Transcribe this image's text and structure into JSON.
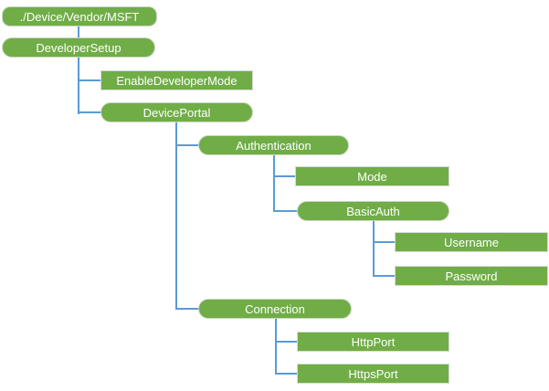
{
  "diagram": {
    "type": "tree",
    "background": "#ffffff",
    "colors": {
      "node_fill": "#70ad47",
      "node_text": "#ffffff",
      "rounded_node_border": "#ccd6c2",
      "rect_node_border": "#d9d9d9",
      "connector": "#5b9bd5"
    },
    "nodes": [
      {
        "id": "root",
        "label": "./Device/Vendor/MSFT",
        "shape": "rounded",
        "parent": null
      },
      {
        "id": "developer-setup",
        "label": "DeveloperSetup",
        "shape": "rounded",
        "parent": "root"
      },
      {
        "id": "enable-developer-mode",
        "label": "EnableDeveloperMode",
        "shape": "rect",
        "parent": "developer-setup"
      },
      {
        "id": "device-portal",
        "label": "DevicePortal",
        "shape": "rounded",
        "parent": "developer-setup"
      },
      {
        "id": "authentication",
        "label": "Authentication",
        "shape": "rounded",
        "parent": "device-portal"
      },
      {
        "id": "mode",
        "label": "Mode",
        "shape": "rect",
        "parent": "authentication"
      },
      {
        "id": "basic-auth",
        "label": "BasicAuth",
        "shape": "rounded",
        "parent": "authentication"
      },
      {
        "id": "username",
        "label": "Username",
        "shape": "rect",
        "parent": "basic-auth"
      },
      {
        "id": "password",
        "label": "Password",
        "shape": "rect",
        "parent": "basic-auth"
      },
      {
        "id": "connection",
        "label": "Connection",
        "shape": "rounded",
        "parent": "device-portal"
      },
      {
        "id": "http-port",
        "label": "HttpPort",
        "shape": "rect",
        "parent": "connection"
      },
      {
        "id": "https-port",
        "label": "HttpsPort",
        "shape": "rect",
        "parent": "connection"
      }
    ]
  }
}
